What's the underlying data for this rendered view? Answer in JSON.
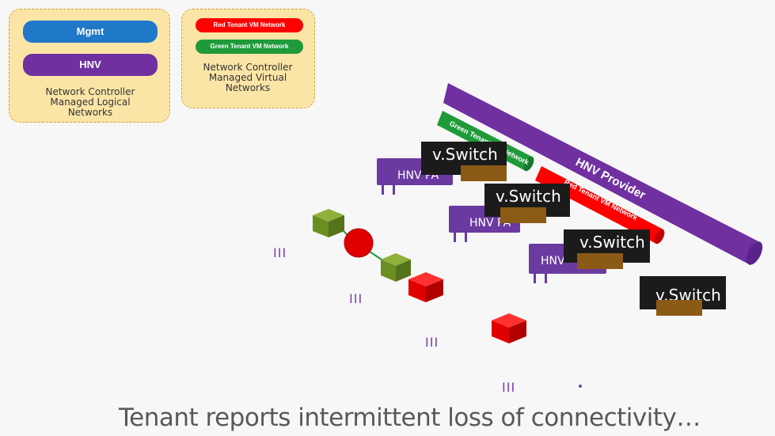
{
  "legend_logical": {
    "mgmt_label": "Mgmt",
    "hnv_label": "HNV",
    "caption": "Network Controller Managed Logical Networks"
  },
  "legend_virtual": {
    "red_label": "Red Tenant VM Network",
    "green_label": "Green Tenant VM Network",
    "caption": "Network Controller Managed Virtual Networks"
  },
  "networks": {
    "hnv_provider": "HNV Provider",
    "green_tenant": "Green Tenant VM Network",
    "red_tenant": "Red Tenant VM Network"
  },
  "hosts": [
    {
      "vswitch": "v.Switch",
      "nic": "HNV PA"
    },
    {
      "vswitch": "v.Switch",
      "nic": "HNV PA"
    },
    {
      "vswitch": "v.Switch",
      "nic": "HNV"
    },
    {
      "vswitch": "v.Switch",
      "nic": ""
    }
  ],
  "ellipsis": "III",
  "headline": "Tenant reports intermittent loss of connectivity…",
  "colors": {
    "mgmt": "#1f78c8",
    "hnv": "#7030a0",
    "red": "#ff0000",
    "green": "#1f9a3a",
    "panel": "#fbe5a6",
    "vm_green": "#6b8e23",
    "vm_red": "#e00000"
  }
}
